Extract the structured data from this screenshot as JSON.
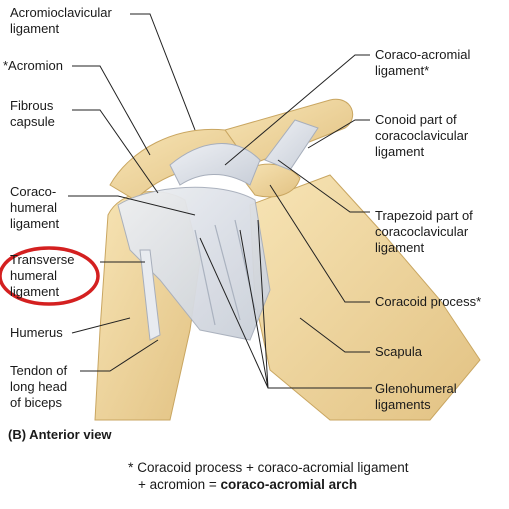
{
  "labels_left": {
    "acromioclavicular": "Acromioclavicular\nligament",
    "acromion": "*Acromion",
    "fibrous_capsule": "Fibrous\ncapsule",
    "coracohumeral": "Coraco-\nhumeral\nligament",
    "transverse_humeral": "Transverse\nhumeral\nligament",
    "humerus": "Humerus",
    "tendon_biceps": "Tendon of\nlong head\nof biceps"
  },
  "labels_right": {
    "coracoacromial": "Coraco-acromial\nligament*",
    "conoid": "Conoid part of\ncoracoclavicular\nligament",
    "trapezoid": "Trapezoid part of\ncoracoclavicular\nligament",
    "coracoid": "Coracoid process*",
    "scapula": "Scapula",
    "glenohumeral": "Glenohumeral\nligaments"
  },
  "view_title": "(B) Anterior view",
  "footnote": {
    "star": "*",
    "line1": "Coracoid process + coraco-acromial ligament",
    "line2_prefix": "+ acromion = ",
    "line2_bold": "coraco-acromial arch"
  },
  "colors": {
    "bone": "#f2d9a0",
    "bone_shadow": "#d9b877",
    "ligament": "#dfe3ea",
    "ligament_shadow": "#b9c0cc",
    "highlight_circle": "#d42020",
    "leader": "#222222"
  }
}
